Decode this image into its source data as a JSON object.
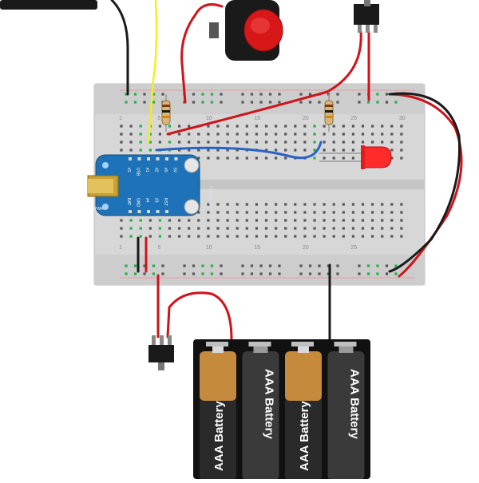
{
  "canvas": {
    "background": "#ffffff"
  },
  "colors": {
    "breadboard": "#d7d7d7",
    "breadboard_rail_bg": "#c9c9c9",
    "hole": "#555555",
    "hole_active": "#22b14c",
    "wire_red": "#d0131b",
    "wire_black": "#1a1a1a",
    "wire_yellow": "#f2ef1f",
    "wire_blue": "#2a63c4",
    "board_blue": "#1e73b8",
    "usb_gold": "#c9a233",
    "battery_body": "#2a2a2a",
    "battery_cap": "#c58a3c",
    "led_red": "#ff2a2a",
    "button_red": "#d81818"
  },
  "breadboard": {
    "top_column_numbers": [
      "1",
      "5",
      "10",
      "15",
      "20",
      "25",
      "30"
    ],
    "bottom_column_numbers": [
      "1",
      "5",
      "10",
      "15",
      "20",
      "25"
    ]
  },
  "microcontroller": {
    "top_pin_labels": [
      "#3",
      "USB",
      "#1",
      "#2",
      "#0",
      "5V"
    ],
    "bottom_pin_labels": [
      "BAT",
      "GND",
      "#4",
      "#3",
      "RST"
    ],
    "left_labels": [
      "PWR"
    ],
    "board_name": "Trinket 5V"
  },
  "battery_pack": {
    "cells": [
      {
        "label": "AAA Battery",
        "orientation": "up"
      },
      {
        "label": "AAA Battery",
        "orientation": "down"
      },
      {
        "label": "AAA Battery",
        "orientation": "up"
      },
      {
        "label": "AAA Battery",
        "orientation": "down"
      }
    ]
  },
  "components": {
    "push_button": {
      "icon": "red-push-button-icon"
    },
    "led": {
      "icon": "red-led-icon"
    },
    "slide_switch_top": {
      "icon": "slide-switch-icon"
    },
    "slide_switch_bottom": {
      "icon": "slide-switch-icon"
    },
    "resistors": {
      "icon": "resistor-icon"
    }
  }
}
